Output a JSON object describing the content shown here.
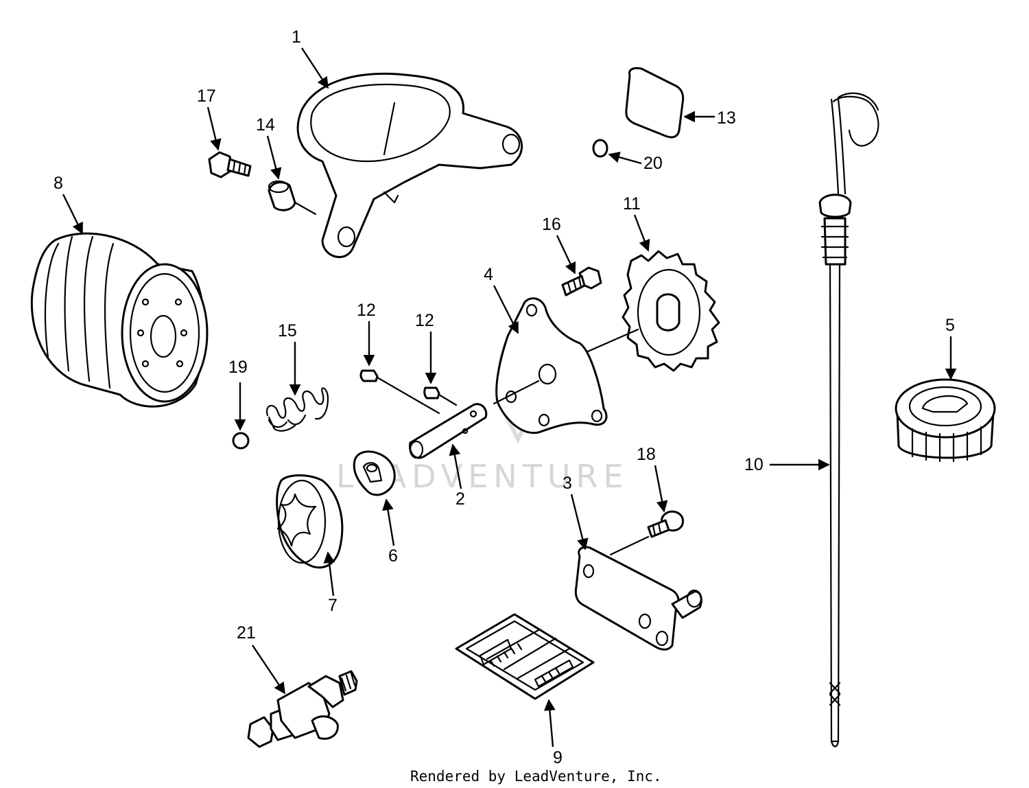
{
  "diagram": {
    "watermark": "LEADVENTURE",
    "footer": "Rendered by LeadVenture, Inc.",
    "callouts": {
      "c1": "1",
      "c2": "2",
      "c3": "3",
      "c4": "4",
      "c5": "5",
      "c6": "6",
      "c7": "7",
      "c8": "8",
      "c9": "9",
      "c10": "10",
      "c11": "11",
      "c12a": "12",
      "c12b": "12",
      "c13": "13",
      "c14": "14",
      "c15": "15",
      "c16": "16",
      "c17": "17",
      "c18": "18",
      "c19": "19",
      "c20": "20",
      "c21": "21"
    },
    "colors": {
      "ink": "#000000",
      "watermark": "#d6d6d6",
      "background": "#ffffff"
    }
  }
}
